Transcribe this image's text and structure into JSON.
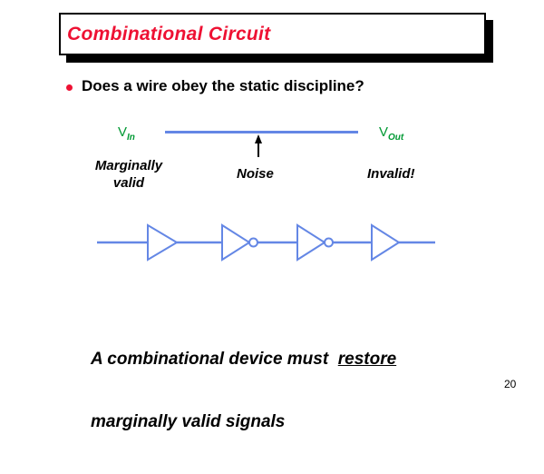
{
  "title": {
    "text": "Combinational Circuit"
  },
  "bullet": {
    "text": "Does a wire obey the static discipline?"
  },
  "wire_diagram": {
    "v_in": {
      "base": "V",
      "sub": "In"
    },
    "v_out": {
      "base": "V",
      "sub": "Out"
    },
    "label_left_line1": "Marginally",
    "label_left_line2": "valid",
    "label_center": "Noise",
    "label_right": "Invalid!",
    "arrow_icon": "up-arrow-icon"
  },
  "gate_chain": {
    "gates": [
      {
        "name": "buffer-gate"
      },
      {
        "name": "inverter-gate"
      },
      {
        "name": "inverter-gate"
      },
      {
        "name": "buffer-gate"
      }
    ]
  },
  "statement": {
    "line1_prefix": "A combinational device must  ",
    "line1_underlined": "restore",
    "line2": "marginally valid signals"
  },
  "page_number": "20",
  "colors": {
    "title_red": "#EE1133",
    "bullet_red": "#EE1133",
    "signal_green": "#009933",
    "wire_blue": "#6487E5",
    "text_black": "#000000"
  }
}
